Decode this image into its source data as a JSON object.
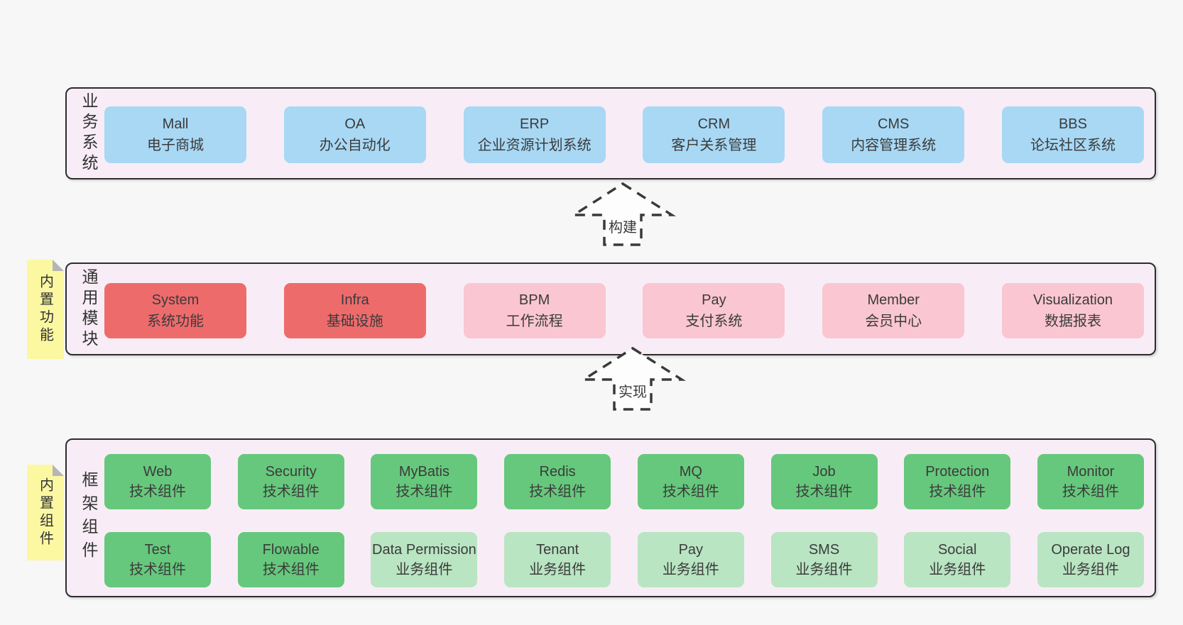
{
  "colors": {
    "page_background": "#f7f7f7",
    "container_background": "#f8edf6",
    "container_border": "#2d2d2d",
    "box_blue": "#a8d8f4",
    "box_red": "#ee6b6c",
    "box_pink": "#fac6d1",
    "box_green": "#66c87c",
    "box_light_green": "#b9e5c2",
    "sticky_yellow": "#fbf8a1",
    "sticky_fold_gray": "#b5b5b5",
    "text": "#3b3b3b"
  },
  "arrows": {
    "build": "构建",
    "implement": "实现"
  },
  "business": {
    "label": "业务系统",
    "items": [
      {
        "name": "Mall",
        "desc": "电子商城",
        "variant": "blue"
      },
      {
        "name": "OA",
        "desc": "办公自动化",
        "variant": "blue"
      },
      {
        "name": "ERP",
        "desc": "企业资源计划系统",
        "variant": "blue"
      },
      {
        "name": "CRM",
        "desc": "客户关系管理",
        "variant": "blue"
      },
      {
        "name": "CMS",
        "desc": "内容管理系统",
        "variant": "blue"
      },
      {
        "name": "BBS",
        "desc": "论坛社区系统",
        "variant": "blue"
      }
    ]
  },
  "modules": {
    "label": "通用模块",
    "sticky": "内置功能",
    "items": [
      {
        "name": "System",
        "desc": "系统功能",
        "variant": "red"
      },
      {
        "name": "Infra",
        "desc": "基础设施",
        "variant": "red"
      },
      {
        "name": "BPM",
        "desc": "工作流程",
        "variant": "pink"
      },
      {
        "name": "Pay",
        "desc": "支付系统",
        "variant": "pink"
      },
      {
        "name": "Member",
        "desc": "会员中心",
        "variant": "pink"
      },
      {
        "name": "Visualization",
        "desc": "数据报表",
        "variant": "pink"
      }
    ]
  },
  "framework": {
    "label": "框架组件",
    "sticky": "内置组件",
    "row1": [
      {
        "name": "Web",
        "desc": "技术组件",
        "variant": "green"
      },
      {
        "name": "Security",
        "desc": "技术组件",
        "variant": "green"
      },
      {
        "name": "MyBatis",
        "desc": "技术组件",
        "variant": "green"
      },
      {
        "name": "Redis",
        "desc": "技术组件",
        "variant": "green"
      },
      {
        "name": "MQ",
        "desc": "技术组件",
        "variant": "green"
      },
      {
        "name": "Job",
        "desc": "技术组件",
        "variant": "green"
      },
      {
        "name": "Protection",
        "desc": "技术组件",
        "variant": "green"
      },
      {
        "name": "Monitor",
        "desc": "技术组件",
        "variant": "green"
      }
    ],
    "row2": [
      {
        "name": "Test",
        "desc": "技术组件",
        "variant": "green"
      },
      {
        "name": "Flowable",
        "desc": "技术组件",
        "variant": "green"
      },
      {
        "name": "Data Permission",
        "desc": "业务组件",
        "variant": "lgreen"
      },
      {
        "name": "Tenant",
        "desc": "业务组件",
        "variant": "lgreen"
      },
      {
        "name": "Pay",
        "desc": "业务组件",
        "variant": "lgreen"
      },
      {
        "name": "SMS",
        "desc": "业务组件",
        "variant": "lgreen"
      },
      {
        "name": "Social",
        "desc": "业务组件",
        "variant": "lgreen"
      },
      {
        "name": "Operate Log",
        "desc": "业务组件",
        "variant": "lgreen"
      }
    ]
  }
}
